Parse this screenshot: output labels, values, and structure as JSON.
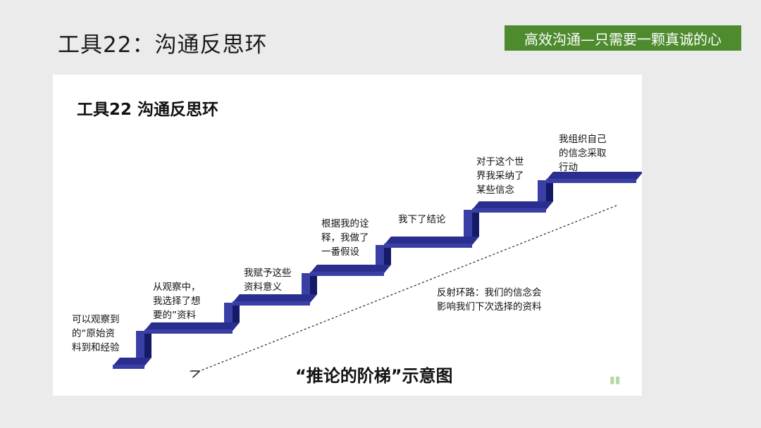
{
  "slide": {
    "title": "工具22：沟通反思环",
    "tagline": "高效沟通—只需要一颗真诚的心"
  },
  "diagram": {
    "panel_title": "工具22  沟通反思环",
    "steps": [
      "可以观察到\n的“原始资\n料到和经验",
      "从观察中，\n我选择了想\n要的”资料",
      "我赋予这些\n资料意义",
      "根据我的诠\n释，我做了\n一番假设",
      "我下了结论",
      "对于这个世\n界我采纳了\n某些信念",
      "我组织自己\n的信念采取\n行动"
    ],
    "loop_label": "反射环路：我们的信念会\n影响我们下次选择的资料",
    "caption": "“推论的阶梯”示意图",
    "colors": {
      "stair_top": "#2a2f8f",
      "stair_front": "#3a3fa6",
      "stair_riser": "#141a66",
      "tagline_bg": "#4e8b2e"
    }
  }
}
